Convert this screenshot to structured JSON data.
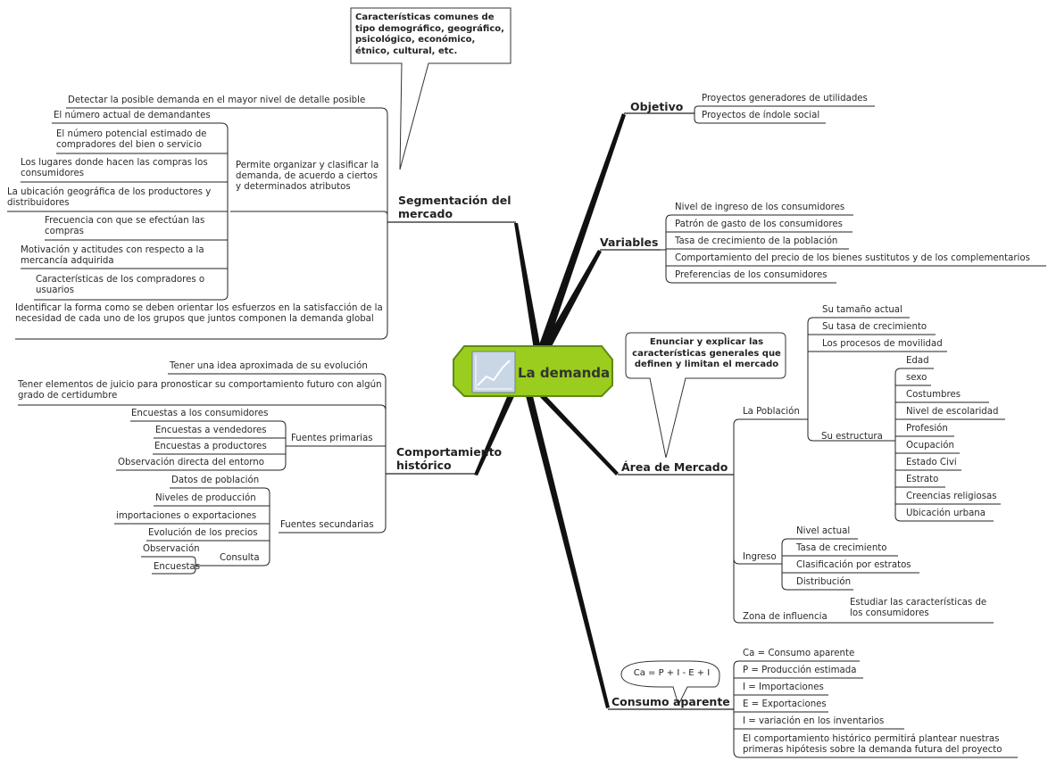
{
  "center": {
    "title": "La demanda",
    "icon": "chart-icon"
  },
  "colors": {
    "center_fill": "#9acd1e",
    "center_border": "#5e8a12",
    "branch": "#111111"
  },
  "notes": {
    "seg_note": "Características comunes de tipo demográfico, geográfico, psicológico, económico, étnico, cultural, etc.",
    "area_note": "Enunciar y explicar las características generales que definen y limitan el mercado",
    "consumo_note": "Ca = P + I - E + I"
  },
  "segmentacion": {
    "label": "Segmentación del mercado",
    "detectar": "Detectar la posible demanda en el mayor nivel de detalle posible",
    "permite": "Permite organizar y clasificar la demanda, de acuerdo a ciertos y determinados atributos",
    "items": [
      "El número actual de demandantes",
      "El número potencial estimado de compradores del bien o servicio",
      "Los lugares donde hacen las compras los consumidores",
      "La ubicación geográfica de los productores y distribuidores",
      "Frecuencia con que se efectúan las compras",
      "Motivación y actitudes con respecto a la mercancía adquirida",
      "Características de los compradores o usuarios"
    ],
    "identificar": "Identificar la forma como se deben orientar los esfuerzos en la satisfacción de la necesidad de cada uno de los grupos que juntos componen la demanda global"
  },
  "historico": {
    "label": "Comportamiento histórico",
    "tener_idea": "Tener una idea aproximada de su evolución",
    "tener_elementos": "Tener elementos de juicio para pronosticar su comportamiento futuro con algún grado de certidumbre",
    "primarias": {
      "label": "Fuentes primarias",
      "items": [
        "Encuestas a los consumidores",
        "Encuestas a vendedores",
        "Encuestas a productores",
        "Observación directa del entorno"
      ]
    },
    "secundarias": {
      "label": "Fuentes secundarias",
      "items": [
        "Datos de población",
        "Niveles de producción",
        "importaciones o exportaciones",
        "Evolución de los precios"
      ],
      "consulta": {
        "label": "Consulta",
        "items": [
          "Observación",
          "Encuestas"
        ]
      }
    }
  },
  "objetivo": {
    "label": "Objetivo",
    "items": [
      "Proyectos generadores de utilidades",
      "Proyectos de índole social"
    ]
  },
  "variables": {
    "label": "Variables",
    "items": [
      "Nivel de ingreso de los consumidores",
      "Patrón de gasto de los consumidores",
      "Tasa de crecimiento de la población",
      "Comportamiento del precio de los bienes sustitutos y de los complementarios",
      "Preferencias de los consumidores"
    ]
  },
  "area": {
    "label": "Área de Mercado",
    "poblacion": {
      "label": "La Población",
      "items": [
        "Su tamaño actual",
        "Su tasa de crecimiento",
        "Los procesos de movilidad"
      ],
      "estructura": {
        "label": "Su estructura",
        "items": [
          "Edad",
          "sexo",
          "Costumbres",
          "Nivel de escolaridad",
          "Profesión",
          "Ocupación",
          "Estado Civi",
          "Estrato",
          "Creencias religiosas",
          "Ubicación urbana"
        ]
      }
    },
    "ingreso": {
      "label": "Ingreso",
      "items": [
        "Nivel actual",
        "Tasa de crecimiento",
        "Clasificación por estratos",
        "Distribución"
      ]
    },
    "zona": {
      "label": "Zona de influencia",
      "item": "Estudiar las características de los consumidores"
    }
  },
  "consumo": {
    "label": "Consumo aparente",
    "items": [
      "Ca = Consumo aparente",
      "P = Producción estimada",
      "I = Importaciones",
      "E = Exportaciones",
      "I = variación en los inventarios",
      "El comportamiento histórico permitirá plantear nuestras primeras hipótesis sobre la demanda futura del proyecto"
    ]
  }
}
